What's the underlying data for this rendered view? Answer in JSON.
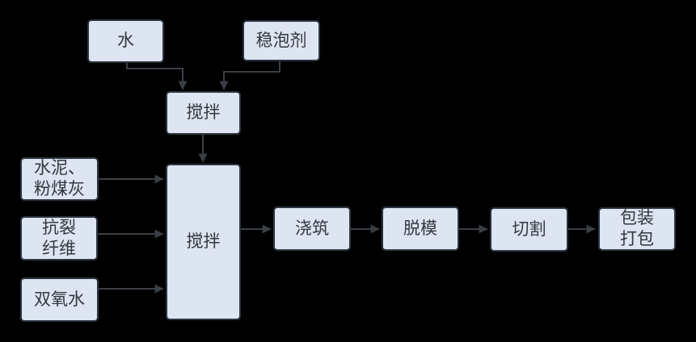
{
  "diagram": {
    "type": "flowchart",
    "description": "Foam concrete production process flow",
    "colors": {
      "background": "#000000",
      "node_fill": "#dce5f1",
      "node_border": "#2c3541",
      "node_text": "#34383f",
      "connector": "#3a3f46"
    },
    "nodes": {
      "water": {
        "label": "水"
      },
      "stabilizer": {
        "label": "稳泡剂"
      },
      "mix1": {
        "label": "搅拌"
      },
      "cement": {
        "label": "水泥、\n粉煤灰"
      },
      "fiber": {
        "label": "抗裂\n纤维"
      },
      "peroxide": {
        "label": "双氧水"
      },
      "mix2": {
        "label": "搅拌"
      },
      "pouring": {
        "label": "浇筑"
      },
      "demolding": {
        "label": "脱模"
      },
      "cutting": {
        "label": "切割"
      },
      "packing": {
        "label": "包装\n打包"
      }
    },
    "edges": [
      {
        "from": "water",
        "to": "mix1"
      },
      {
        "from": "stabilizer",
        "to": "mix1"
      },
      {
        "from": "mix1",
        "to": "mix2"
      },
      {
        "from": "cement",
        "to": "mix2"
      },
      {
        "from": "fiber",
        "to": "mix2"
      },
      {
        "from": "peroxide",
        "to": "mix2"
      },
      {
        "from": "mix2",
        "to": "pouring"
      },
      {
        "from": "pouring",
        "to": "demolding"
      },
      {
        "from": "demolding",
        "to": "cutting"
      },
      {
        "from": "cutting",
        "to": "packing"
      }
    ]
  }
}
